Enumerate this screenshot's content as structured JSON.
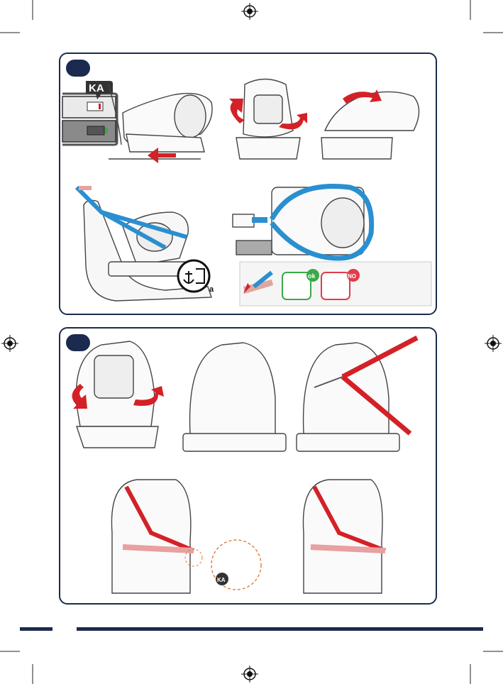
{
  "colors": {
    "navy": "#1b2a4e",
    "strap_red": "#d32127",
    "tether_blue": "#2a8fd0",
    "ok_green": "#3aa948",
    "no_red": "#e23b4b",
    "line_grey": "#555555"
  },
  "labels": {
    "ka_top": "KA",
    "ka_bottom": "KA",
    "ok": "ok",
    "no": "NO",
    "anchor_letter": "a"
  },
  "icons": [
    "registration-mark-icon",
    "rotate-arrow-icon",
    "push-arrow-icon",
    "anchor-icon",
    "check-icon",
    "cross-icon"
  ]
}
